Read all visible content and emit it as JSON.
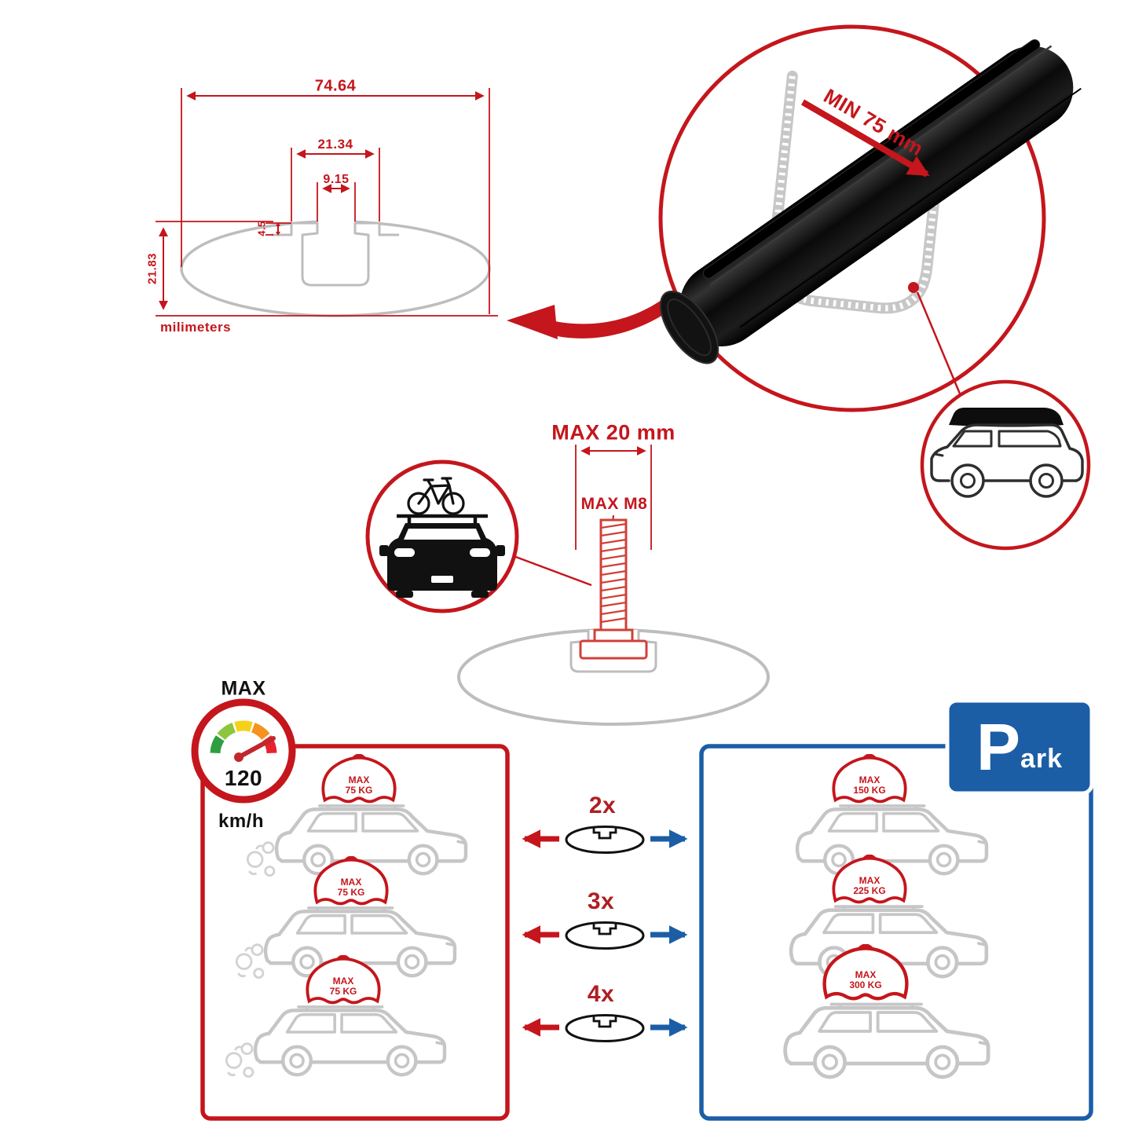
{
  "colors": {
    "red": "#c4161c",
    "blue": "#1b5ea6",
    "gray": "#bdbdbd",
    "dark": "#111111"
  },
  "cross_section": {
    "dim_total_width": "74.64",
    "dim_channel_width": "21.34",
    "dim_slot_width": "9.15",
    "dim_slot_depth": "4.5",
    "dim_total_height": "21.83",
    "units_label": "milimeters"
  },
  "bar_detail": {
    "min_clamp_label": "MIN 75 mm"
  },
  "bolt_detail": {
    "max_length_label": "MAX 20 mm",
    "max_thread_label": "MAX M8"
  },
  "speed_limit": {
    "title": "MAX",
    "value": "120",
    "unit": "km/h"
  },
  "park_sign": {
    "letter": "P",
    "suffix": "ark"
  },
  "capacity_rows": {
    "multipliers": [
      "2x",
      "3x",
      "4x"
    ],
    "driving": [
      {
        "line1": "MAX",
        "line2": "75 KG"
      },
      {
        "line1": "MAX",
        "line2": "75 KG"
      },
      {
        "line1": "MAX",
        "line2": "75 KG"
      }
    ],
    "parked": [
      {
        "line1": "MAX",
        "line2": "150 KG"
      },
      {
        "line1": "MAX",
        "line2": "225 KG"
      },
      {
        "line1": "MAX",
        "line2": "300 KG"
      }
    ]
  }
}
